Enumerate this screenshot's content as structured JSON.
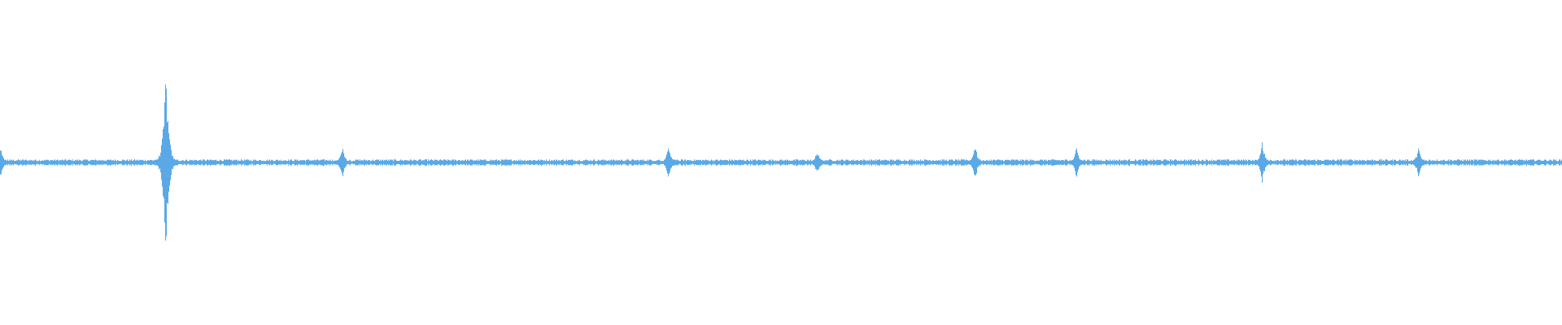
{
  "waveform": {
    "color": "#5aa9e6",
    "background": "#ffffff",
    "peaks": [
      {
        "t": 0.0,
        "amp": 0.05
      },
      {
        "t": 0.106,
        "amp": 0.31
      },
      {
        "t": 0.219,
        "amp": 0.05
      },
      {
        "t": 0.428,
        "amp": 0.06
      },
      {
        "t": 0.523,
        "amp": 0.04
      },
      {
        "t": 0.624,
        "amp": 0.06
      },
      {
        "t": 0.689,
        "amp": 0.05
      },
      {
        "t": 0.808,
        "amp": 0.07
      },
      {
        "t": 0.908,
        "amp": 0.05
      }
    ]
  }
}
